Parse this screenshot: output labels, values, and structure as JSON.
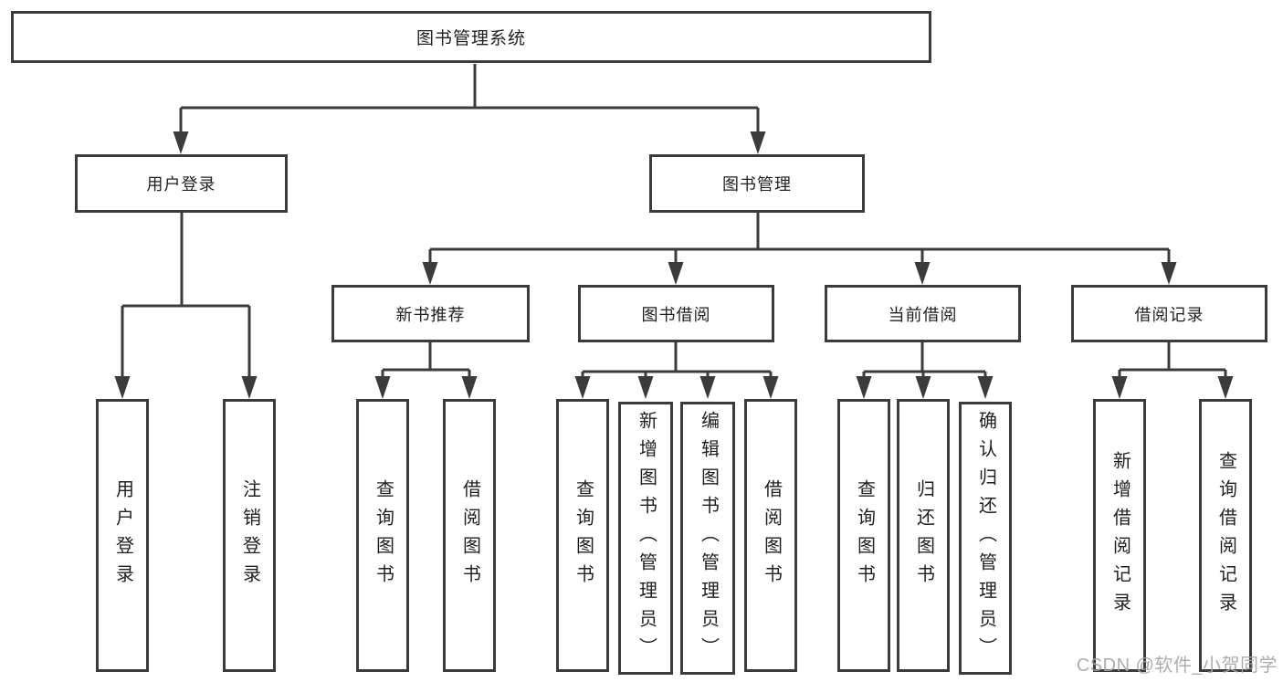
{
  "nodes": {
    "root": "图书管理系统",
    "user_login": "用户登录",
    "book_mgmt": "图书管理",
    "new_book": "新书推荐",
    "book_borrow": "图书借阅",
    "current_borrow": "当前借阅",
    "borrow_record": "借阅记录",
    "leaf_user_login": "用户登录",
    "leaf_logout": "注销登录",
    "leaf_nb_query": "查询图书",
    "leaf_nb_borrow": "借阅图书",
    "leaf_bb_query": "查询图书",
    "leaf_bb_add": "新增图书（管理员）",
    "leaf_bb_edit": "编辑图书（管理员）",
    "leaf_bb_borrow": "借阅图书",
    "leaf_cb_query": "查询图书",
    "leaf_cb_return": "归还图书",
    "leaf_cb_confirm": "确认归还（管理员）",
    "leaf_br_add": "新增借阅记录",
    "leaf_br_query": "查询借阅记录"
  },
  "colors": {
    "line": "#3b3b3b",
    "text": "#1f1f1f",
    "watermark": "#a6a6a6",
    "background": "#ffffff"
  },
  "watermark": "CSDN @软件_小贺同学"
}
